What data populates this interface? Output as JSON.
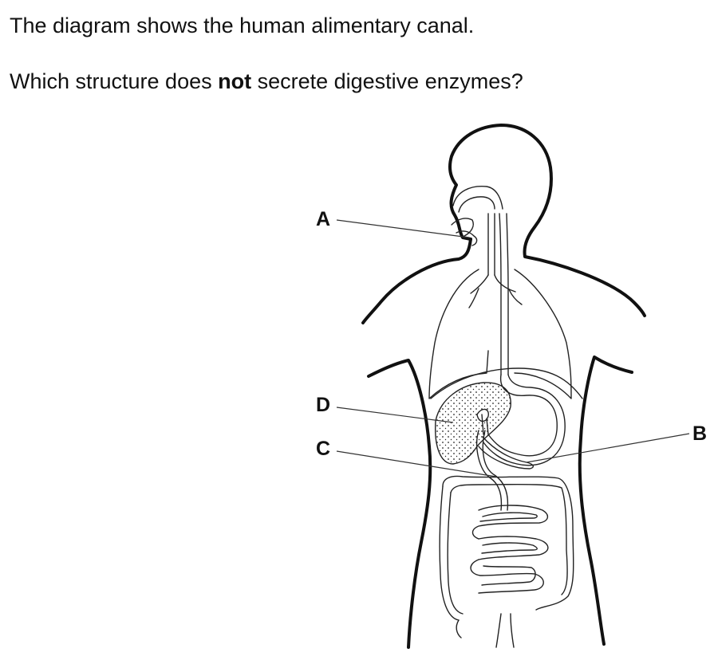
{
  "question": {
    "intro": "The diagram shows the human alimentary canal.",
    "prompt_before": "Which structure does ",
    "prompt_bold": "not",
    "prompt_after": " secrete digestive enzymes?"
  },
  "diagram": {
    "labels": [
      {
        "id": "label-a",
        "text": "A"
      },
      {
        "id": "label-b",
        "text": "B"
      },
      {
        "id": "label-c",
        "text": "C"
      },
      {
        "id": "label-d",
        "text": "D"
      }
    ]
  }
}
